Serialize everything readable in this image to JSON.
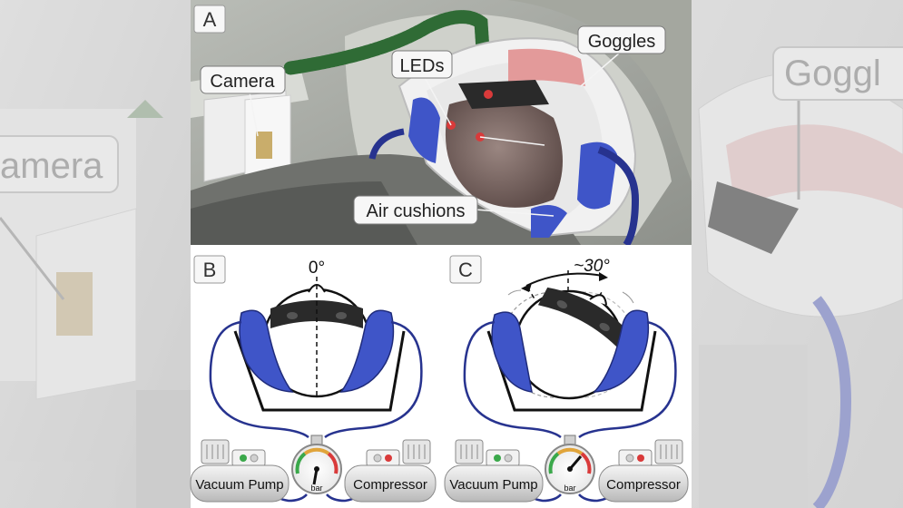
{
  "panels": {
    "a": {
      "letter": "A",
      "labels": {
        "camera": "Camera",
        "leds": "LEDs",
        "goggles": "Goggles",
        "air_cushions": "Air cushions"
      }
    },
    "b": {
      "letter": "B",
      "angle": "0°",
      "vacuum_pump": "Vacuum Pump",
      "compressor": "Compressor",
      "gauge_unit": "bar"
    },
    "c": {
      "letter": "C",
      "angle": "~30°",
      "vacuum_pump": "Vacuum Pump",
      "compressor": "Compressor",
      "gauge_unit": "bar"
    }
  },
  "background": {
    "left_label": "amera",
    "right_label": "Goggl"
  },
  "colors": {
    "cushion_blue": "#3f55c8",
    "tube_navy": "#27338f",
    "led_red": "#d93a3a",
    "hose_green": "#2f6b35",
    "goggle_black": "#2a2a2a"
  }
}
